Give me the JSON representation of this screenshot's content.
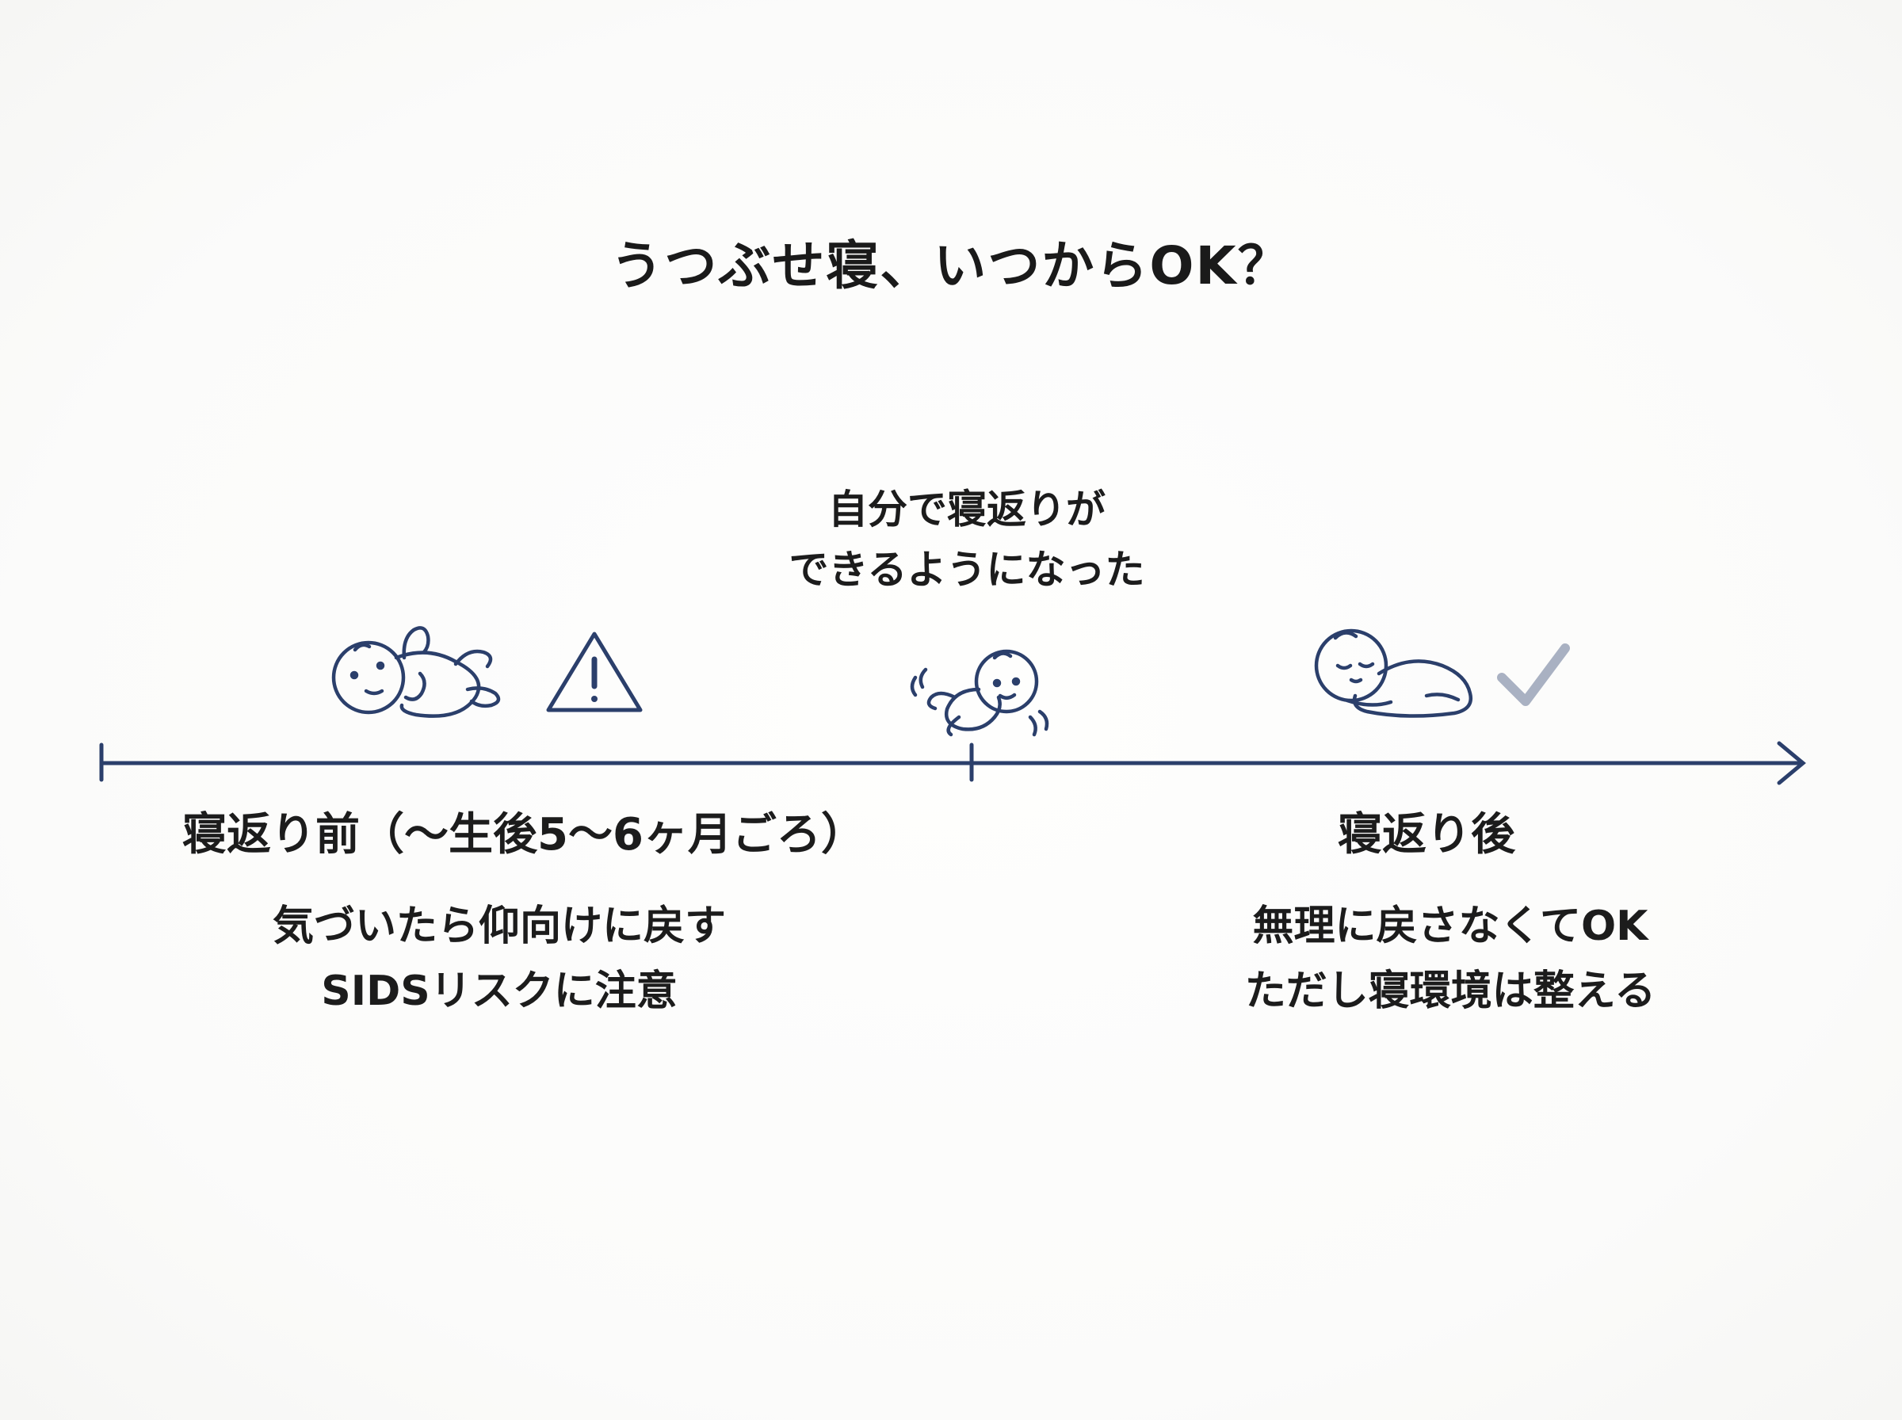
{
  "title": "うつぶせ寝、いつからOK？",
  "milestone": {
    "lines": [
      "自分で寝返りが",
      "できるようになった"
    ]
  },
  "before": {
    "label": "寝返り前（〜生後5〜6ヶ月ごろ）",
    "lines": [
      "気づいたら仰向けに戻す",
      "SIDSリスクに注意"
    ]
  },
  "after": {
    "label": "寝返り後",
    "lines": [
      "無理に戻さなくてOK",
      "ただし寝環境は整える"
    ]
  },
  "icons": {
    "before_baby": "baby-on-back-icon",
    "warning": "warning-icon",
    "milestone_baby": "rolling-baby-icon",
    "after_baby": "sleeping-baby-on-tummy-icon",
    "check": "check-icon"
  },
  "colors": {
    "line": "#2b3f6b",
    "check": "#a9b1c2",
    "text": "#1c1c1c"
  }
}
